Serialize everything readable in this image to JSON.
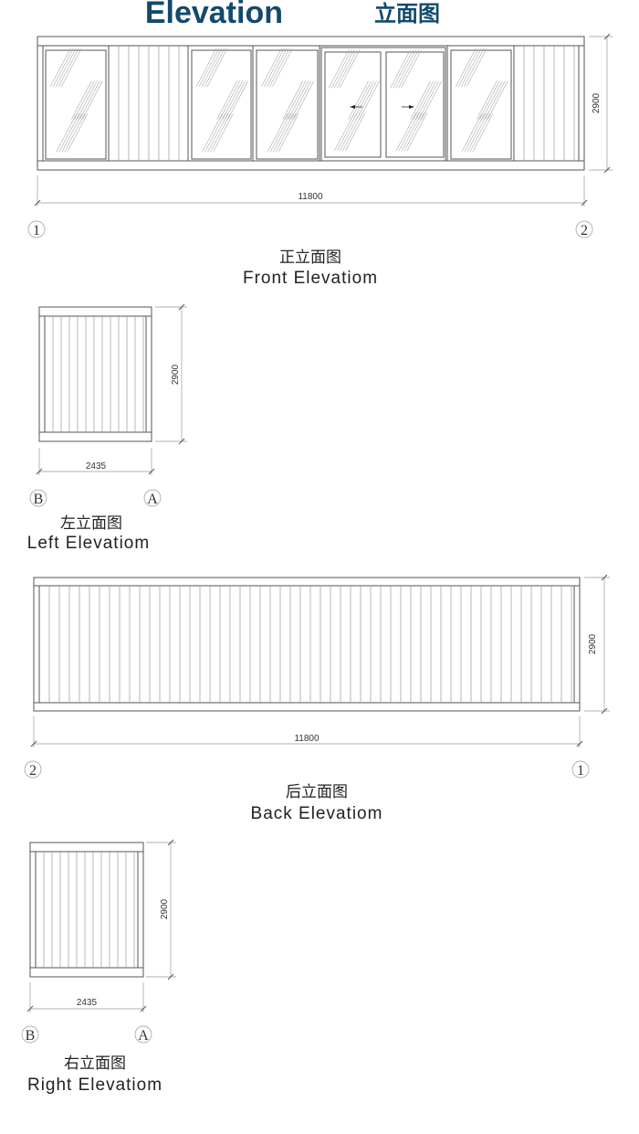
{
  "title": {
    "en": "Elevation",
    "cn": "立面图",
    "color": "#124a6b"
  },
  "front": {
    "cn": "正立面图",
    "en": "Front Elevatiom",
    "height": "2900",
    "width": "11800",
    "axis_left": "1",
    "axis_right": "2"
  },
  "left": {
    "cn": "左立面图",
    "en": "Left Elevatiom",
    "height": "2900",
    "width": "2435",
    "axis_left": "B",
    "axis_right": "A"
  },
  "back": {
    "cn": "后立面图",
    "en": "Back Elevatiom",
    "height": "2900",
    "width": "11800",
    "axis_left": "2",
    "axis_right": "1"
  },
  "right": {
    "cn": "右立面图",
    "en": "Right Elevatiom",
    "height": "2900",
    "width": "2435",
    "axis_left": "B",
    "axis_right": "A"
  }
}
